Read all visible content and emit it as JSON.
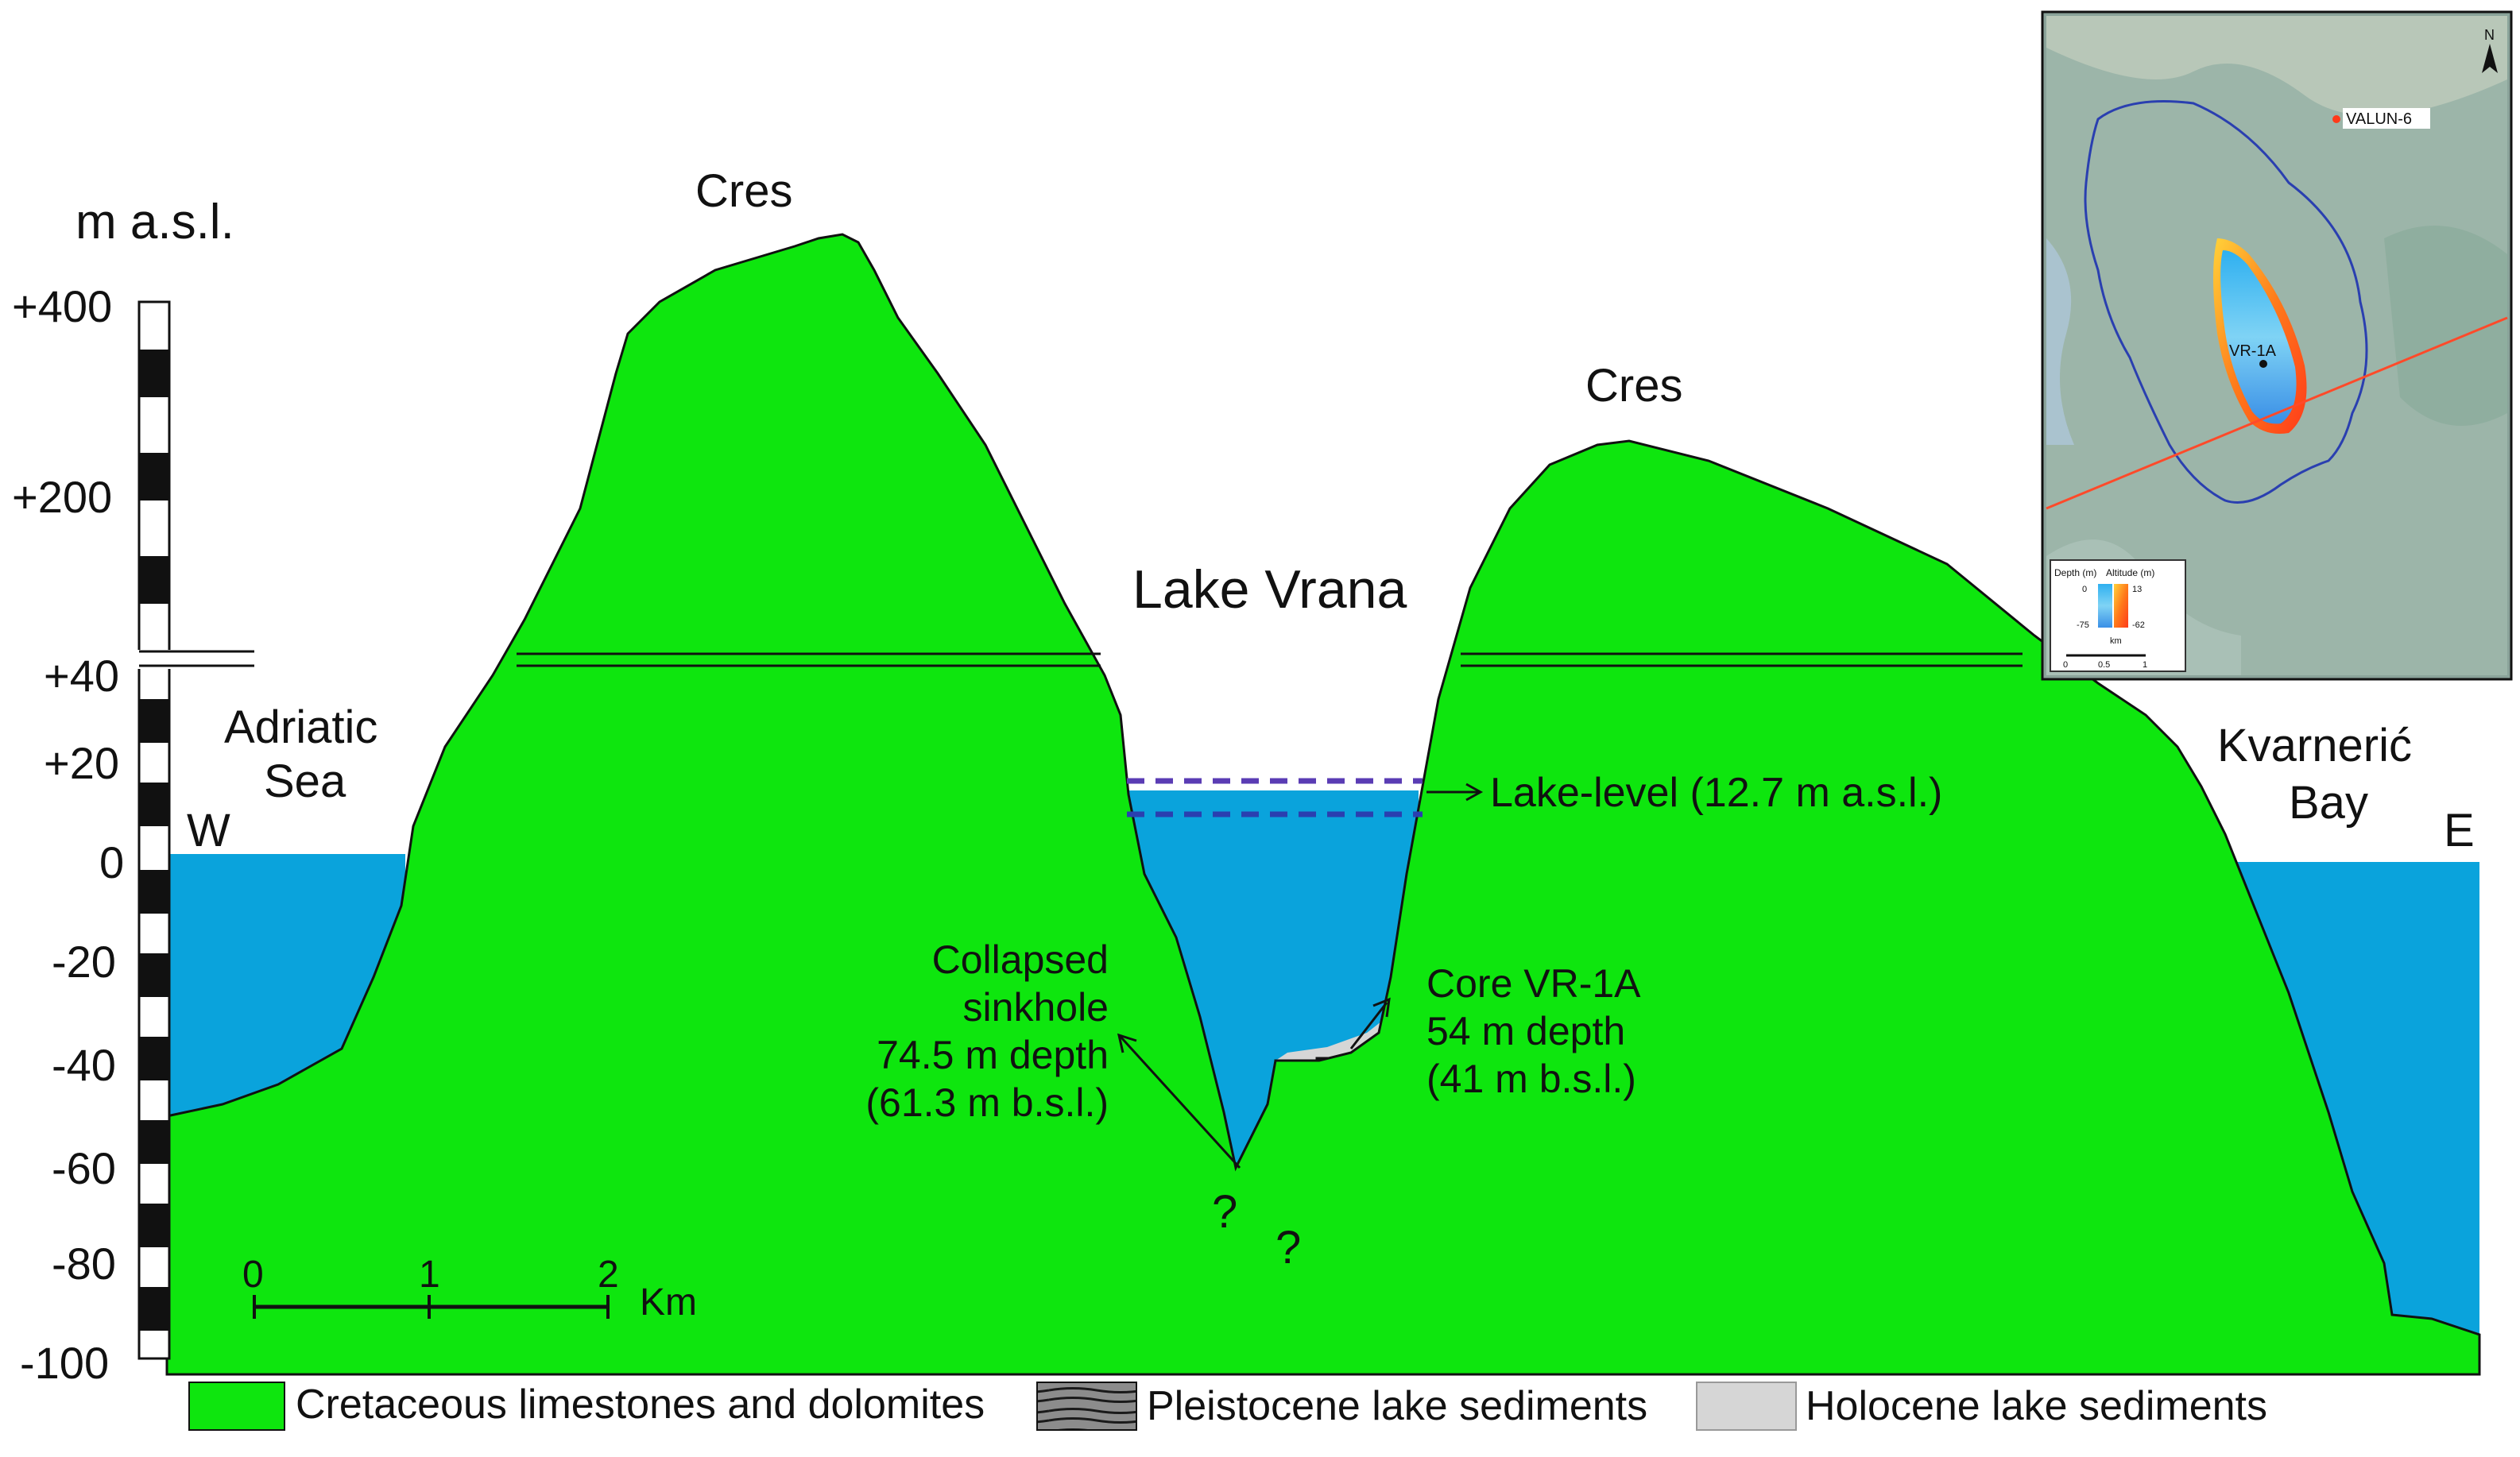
{
  "colors": {
    "limestone": "#0ee60e",
    "water": "#0aa3dc",
    "holocene": "#d6d6d6",
    "pleistocene": "#8c8c8c",
    "lake_level_line": "#5a3cb4"
  },
  "axis": {
    "title": "m a.s.l.",
    "ticks_upper": [
      "+400",
      "+200"
    ],
    "ticks_lower": [
      "+40",
      "+20",
      "0",
      "-20",
      "-40",
      "-60",
      "-80",
      "-100"
    ]
  },
  "labels": {
    "cres_left": "Cres",
    "cres_right": "Cres",
    "lake": "Lake Vrana",
    "adriatic_line1": "Adriatic",
    "adriatic_line2": "Sea",
    "kvarneric_line1": "Kvarnerić",
    "kvarneric_line2": "Bay",
    "west": "W",
    "east": "E",
    "lake_level": "Lake-level (12.7 m a.s.l.)",
    "sinkhole": [
      "Collapsed",
      "sinkhole",
      "74.5 m depth",
      "(61.3 m b.s.l.)"
    ],
    "core": [
      "Core VR-1A",
      "54 m depth",
      "(41 m b.s.l.)"
    ],
    "question_mark": "?"
  },
  "scalebar": {
    "ticks": [
      "0",
      "1",
      "2"
    ],
    "unit": "Km"
  },
  "legend": [
    {
      "label": "Cretaceous limestones and dolomites",
      "swatch": "limestone"
    },
    {
      "label": "Pleistocene lake sediments",
      "swatch": "pleistocene"
    },
    {
      "label": "Holocene lake sediments",
      "swatch": "holocene"
    }
  ],
  "inset_map": {
    "borehole_label": "VALUN-6",
    "core_label": "VR-1A",
    "north": "N",
    "legend_depth": "Depth (m)",
    "legend_altitude": "Altitude (m)",
    "legend_values": [
      "0",
      "13",
      "-75",
      "-62"
    ],
    "legend_unit": "km",
    "legend_scale": [
      "0",
      "0.5",
      "1"
    ]
  }
}
